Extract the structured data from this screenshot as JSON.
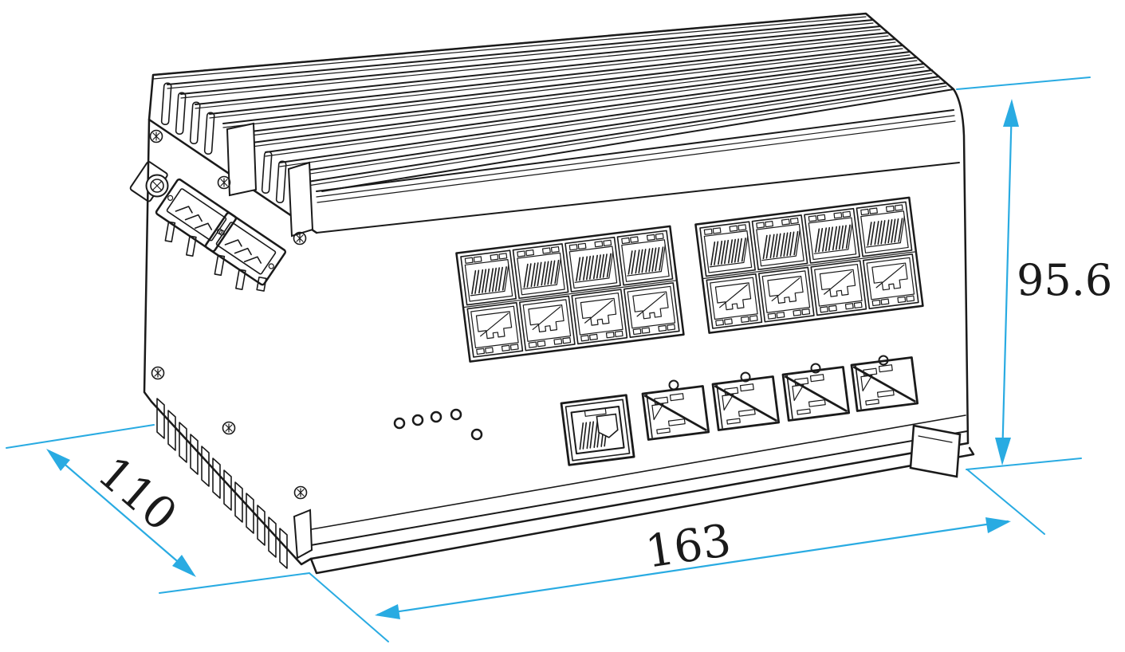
{
  "figure": {
    "kind": "isometric dimensional drawing",
    "subject": "industrial ethernet switch with heatsink housing",
    "background_color": "#ffffff",
    "line_color": "#1a1a1a",
    "dimension_color": "#29abe2",
    "dimensions": {
      "width": {
        "label": "163",
        "edge": "front bottom"
      },
      "depth": {
        "label": "110",
        "edge": "left bottom"
      },
      "height": {
        "label": "95.6",
        "edge": "right side"
      }
    },
    "components": {
      "heatsink_fins": 13,
      "rj45_port_blocks": 2,
      "rj45_ports": 16,
      "console_port": 1,
      "sfp_cages": 4,
      "sfp_leds": 4,
      "status_leds": 5,
      "power_terminal_connectors": 2,
      "ground_stud": 1,
      "panel_screws": 6,
      "vent_slots": 12
    }
  }
}
